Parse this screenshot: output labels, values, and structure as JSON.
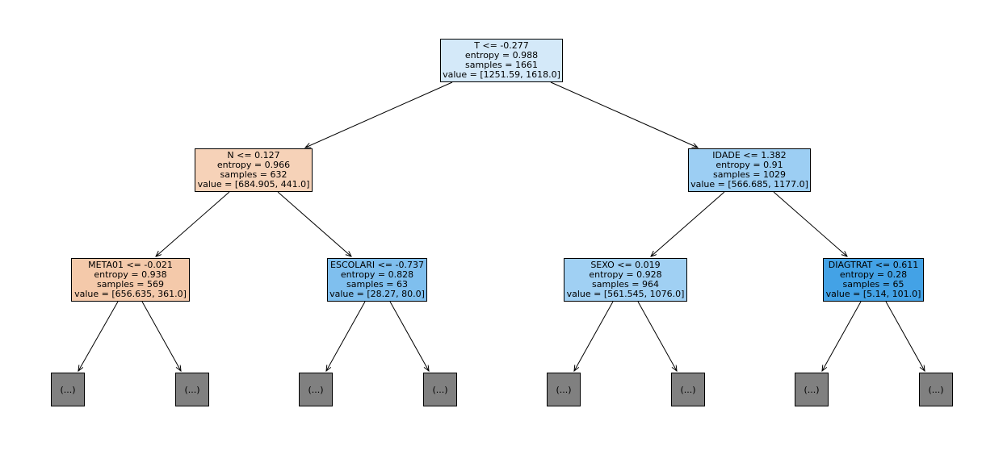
{
  "tree": {
    "root": {
      "lines": [
        "T <= -0.277",
        "entropy = 0.988",
        "samples = 1661",
        "value = [1251.59, 1618.0]"
      ],
      "fill": "#d4e9f9"
    },
    "left": {
      "lines": [
        "N <= 0.127",
        "entropy = 0.966",
        "samples = 632",
        "value = [684.905, 441.0]"
      ],
      "fill": "#f6d2b8"
    },
    "right": {
      "lines": [
        "IDADE <= 1.382",
        "entropy = 0.91",
        "samples = 1029",
        "value = [566.685, 1177.0]"
      ],
      "fill": "#9ccef3"
    },
    "left_left": {
      "lines": [
        "META01 <= -0.021",
        "entropy = 0.938",
        "samples = 569",
        "value = [656.635, 361.0]"
      ],
      "fill": "#f4c9aa"
    },
    "left_right": {
      "lines": [
        "ESCOLARI <= -0.737",
        "entropy = 0.828",
        "samples = 63",
        "value = [28.27, 80.0]"
      ],
      "fill": "#7fbfee"
    },
    "right_left": {
      "lines": [
        "SEXO <= 0.019",
        "entropy = 0.928",
        "samples = 964",
        "value = [561.545, 1076.0]"
      ],
      "fill": "#a0d0f3"
    },
    "right_right": {
      "lines": [
        "DIAGTRAT <= 0.611",
        "entropy = 0.28",
        "samples = 65",
        "value = [5.14, 101.0]"
      ],
      "fill": "#43a2e6"
    },
    "leaf_label": "(...)"
  }
}
